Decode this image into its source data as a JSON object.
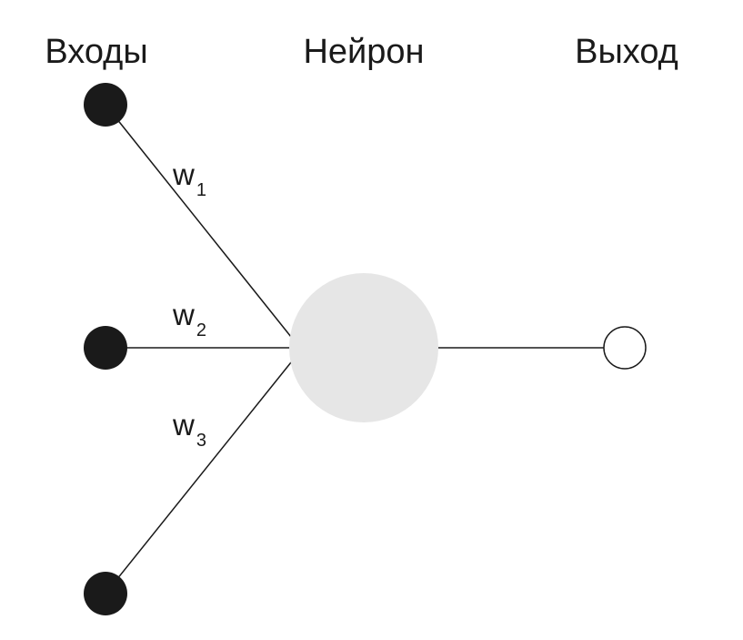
{
  "headings": {
    "inputs": "Входы",
    "neuron": "Нейрон",
    "output": "Выход"
  },
  "weights": [
    {
      "symbol": "w",
      "index": "1"
    },
    {
      "symbol": "w",
      "index": "2"
    },
    {
      "symbol": "w",
      "index": "3"
    }
  ],
  "colors": {
    "input_node": "#1a1a1a",
    "neuron_node": "#e6e6e6",
    "output_node": "#ffffff",
    "edges": "#1a1a1a"
  }
}
